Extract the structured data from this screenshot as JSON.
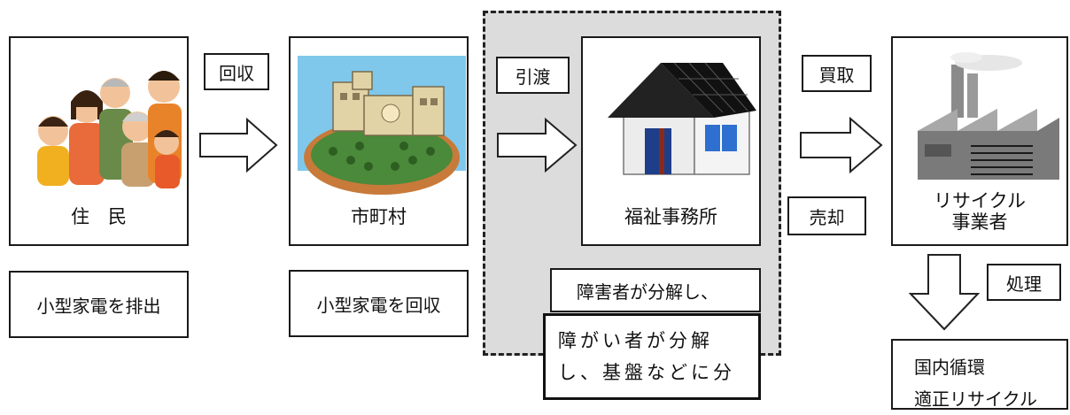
{
  "stages": {
    "residents": "住　民",
    "municipality": "市町村",
    "welfare_office": "福祉事務所",
    "recycler": "リサイクル\n事業者"
  },
  "flow_labels": {
    "collect": "回収",
    "handover": "引渡",
    "purchase": "買取",
    "sale": "売却",
    "process": "処理"
  },
  "descriptions": {
    "residents": "小型家電を排出",
    "municipality": "小型家電を回収",
    "welfare": "障害者が分解し、"
  },
  "overlay_box": {
    "line1": "障がい者が分解",
    "line2": "し、基盤などに分"
  },
  "bottom_box": {
    "line1": "国内循環",
    "line2": "適正リサイクル"
  },
  "colors": {
    "shaded_region": "#dcdcdc",
    "border": "#1a1a1a"
  }
}
